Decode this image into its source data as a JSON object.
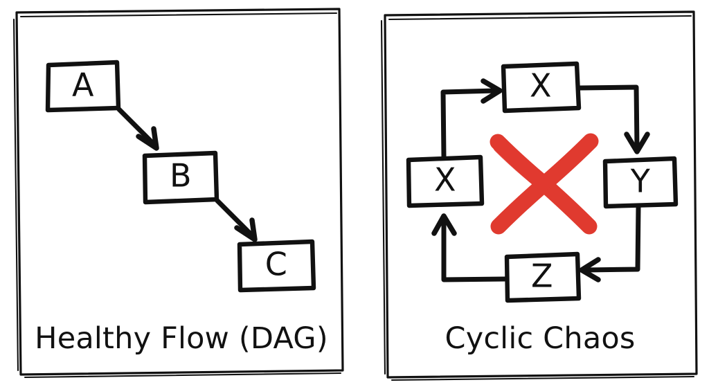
{
  "image": {
    "title": "Healthy Flow (DAG) versus Cyclic Chaos",
    "background_color": "#ffffff",
    "ink_color": "#111111",
    "accent_color": "#E03A2F",
    "style": "hand-drawn sketch"
  },
  "panels": [
    {
      "id": "dag",
      "caption": "Healthy Flow (DAG)",
      "nodes": [
        {
          "id": "a",
          "label": "A"
        },
        {
          "id": "b",
          "label": "B"
        },
        {
          "id": "c",
          "label": "C"
        }
      ],
      "edges": [
        {
          "from": "A",
          "to": "B",
          "style": "diagonal-arrow"
        },
        {
          "from": "B",
          "to": "C",
          "style": "diagonal-arrow"
        }
      ],
      "overlay": null
    },
    {
      "id": "cycle",
      "caption": "Cyclic Chaos",
      "nodes": [
        {
          "id": "top",
          "label": "X"
        },
        {
          "id": "left",
          "label": "X"
        },
        {
          "id": "right",
          "label": "Y"
        },
        {
          "id": "bottom",
          "label": "Z"
        }
      ],
      "edges": [
        {
          "from": "X",
          "to": "X",
          "style": "elbow-arrow",
          "direction": "left-up-right"
        },
        {
          "from": "X",
          "to": "Y",
          "style": "elbow-arrow",
          "direction": "right-down"
        },
        {
          "from": "Y",
          "to": "Z",
          "style": "elbow-arrow",
          "direction": "down-left"
        },
        {
          "from": "Z",
          "to": "X",
          "style": "elbow-arrow",
          "direction": "left-up"
        }
      ],
      "overlay": {
        "kind": "red-cross",
        "meaning": "invalid",
        "color": "#E03A2F"
      }
    }
  ]
}
